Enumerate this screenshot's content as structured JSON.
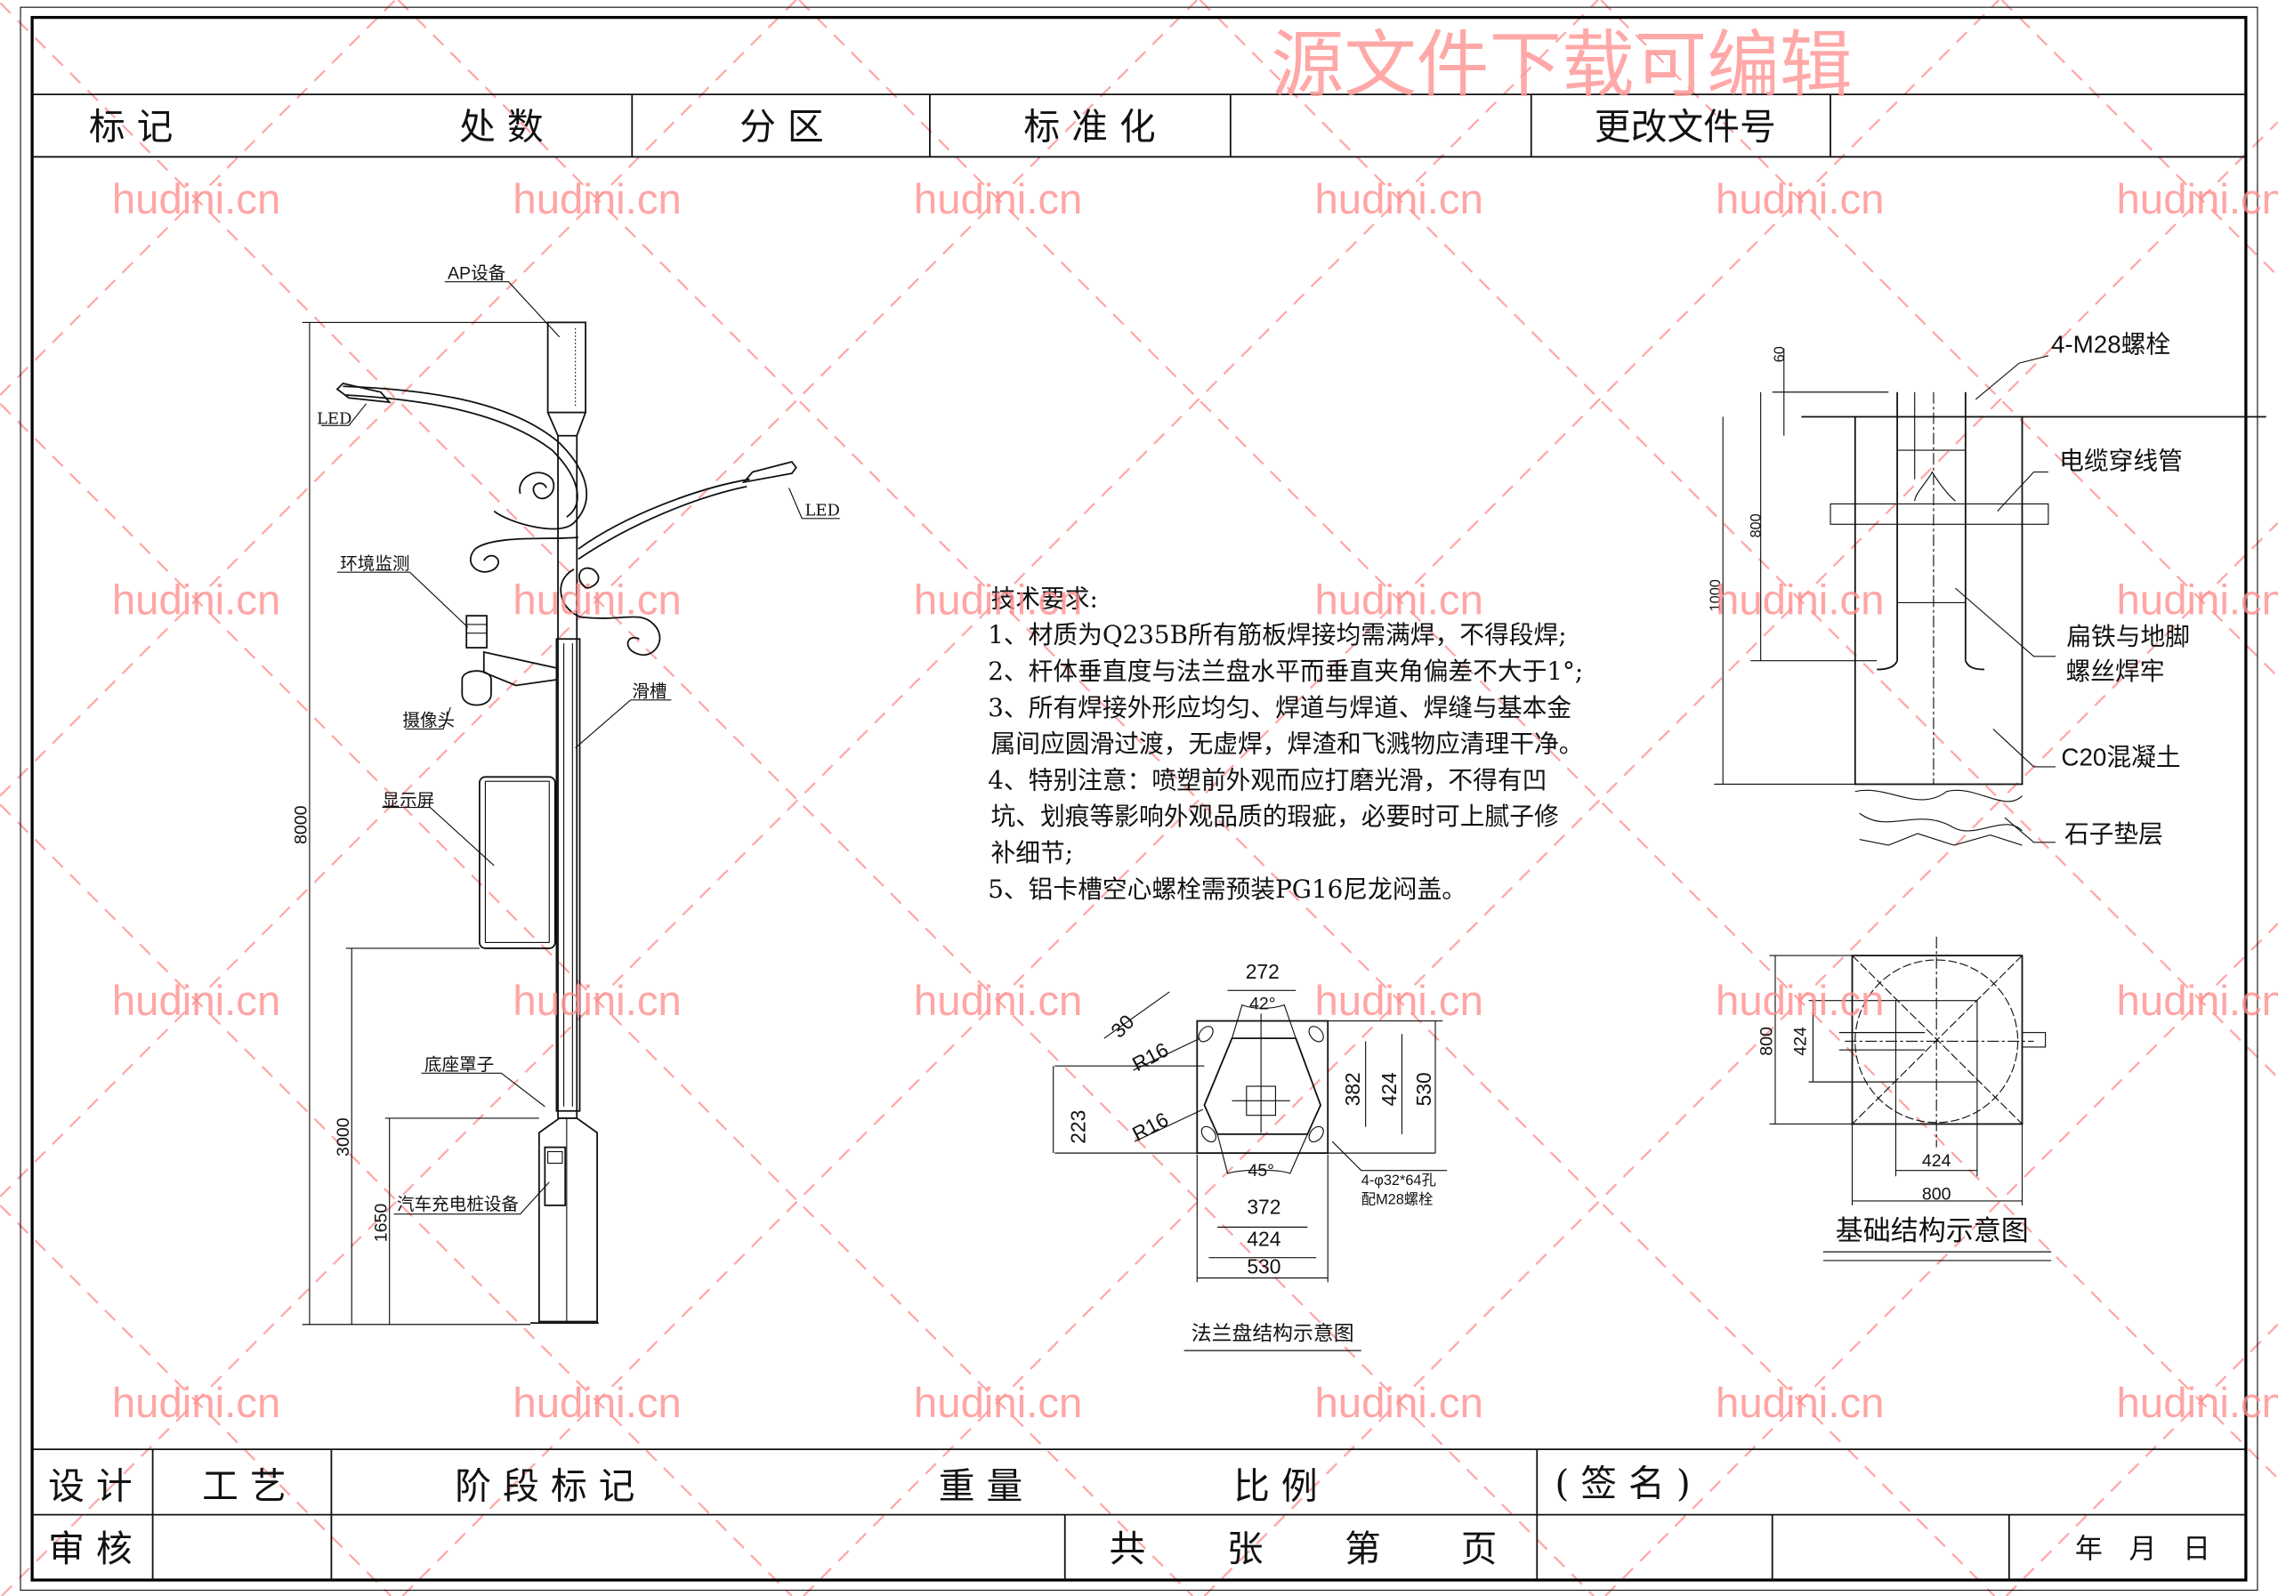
{
  "watermark": {
    "site": "hudini.cn",
    "banner": "源文件下载可编辑"
  },
  "header_row": {
    "mark": "标 记",
    "count": "处 数",
    "zone": "分 区",
    "standard": "标 准 化",
    "change_doc": "更改文件号"
  },
  "footer": {
    "design": "设 计",
    "craft": "工 艺",
    "stage_mark": "阶 段 标 记",
    "weight": "重 量",
    "scale": "比 例",
    "signature": "( 签 名 )",
    "review": "审 核",
    "total": "共",
    "sheets": "张",
    "nth": "第",
    "page": "页",
    "date": "年   月   日"
  },
  "pole": {
    "labels": {
      "ap": "AP设备",
      "led_left": "LED",
      "led_right": "LED",
      "env": "环境监测",
      "camera": "摄像头",
      "groove": "滑槽",
      "screen": "显示屏",
      "base_cover": "底座罩子",
      "charger": "汽车充电桩设备"
    },
    "dims": {
      "total": "8000",
      "screen_h": "3000",
      "base_h": "1650"
    }
  },
  "tech": {
    "title": "技术要求:",
    "lines": [
      "1、材质为Q235B所有筋板焊接均需满焊，不得段焊;",
      "2、杆体垂直度与法兰盘水平而垂直夹角偏差不大于1°;",
      "3、所有焊接外形应均匀、焊道与焊道、焊缝与基本金",
      "属间应圆滑过渡，无虚焊，焊渣和飞溅物应清理干净。",
      "4、特别注意：喷塑前外观而应打磨光滑，不得有凹",
      "坑、划痕等影响外观品质的瑕疵，必要时可上腻子修",
      "补细节;",
      "5、铝卡槽空心螺栓需预装PG16尼龙闷盖。"
    ]
  },
  "flange": {
    "title": "法兰盘结构示意图",
    "dims": {
      "top": "272",
      "top_angle": "42°",
      "thick": "30",
      "r1": "R16",
      "r2": "R16",
      "v382": "382",
      "v424": "424",
      "v530": "530",
      "v223": "223",
      "bottom_angle": "45°",
      "h372": "372",
      "h424": "424",
      "h530": "530"
    },
    "hole_note": "4-φ32*64孔",
    "bolt_note": "配M28螺栓"
  },
  "foundation": {
    "labels": {
      "bolt": "4-M28螺栓",
      "conduit": "电缆穿线管",
      "weld1": "扁铁与地脚",
      "weld2": "螺丝焊牢",
      "concrete": "C20混凝土",
      "gravel": "石子垫层"
    },
    "dims": {
      "d60": "60",
      "d800": "800",
      "d1000": "1000"
    },
    "plan": {
      "title": "基础结构示意图",
      "v800": "800",
      "v424": "424",
      "h424": "424",
      "h800": "800"
    }
  }
}
